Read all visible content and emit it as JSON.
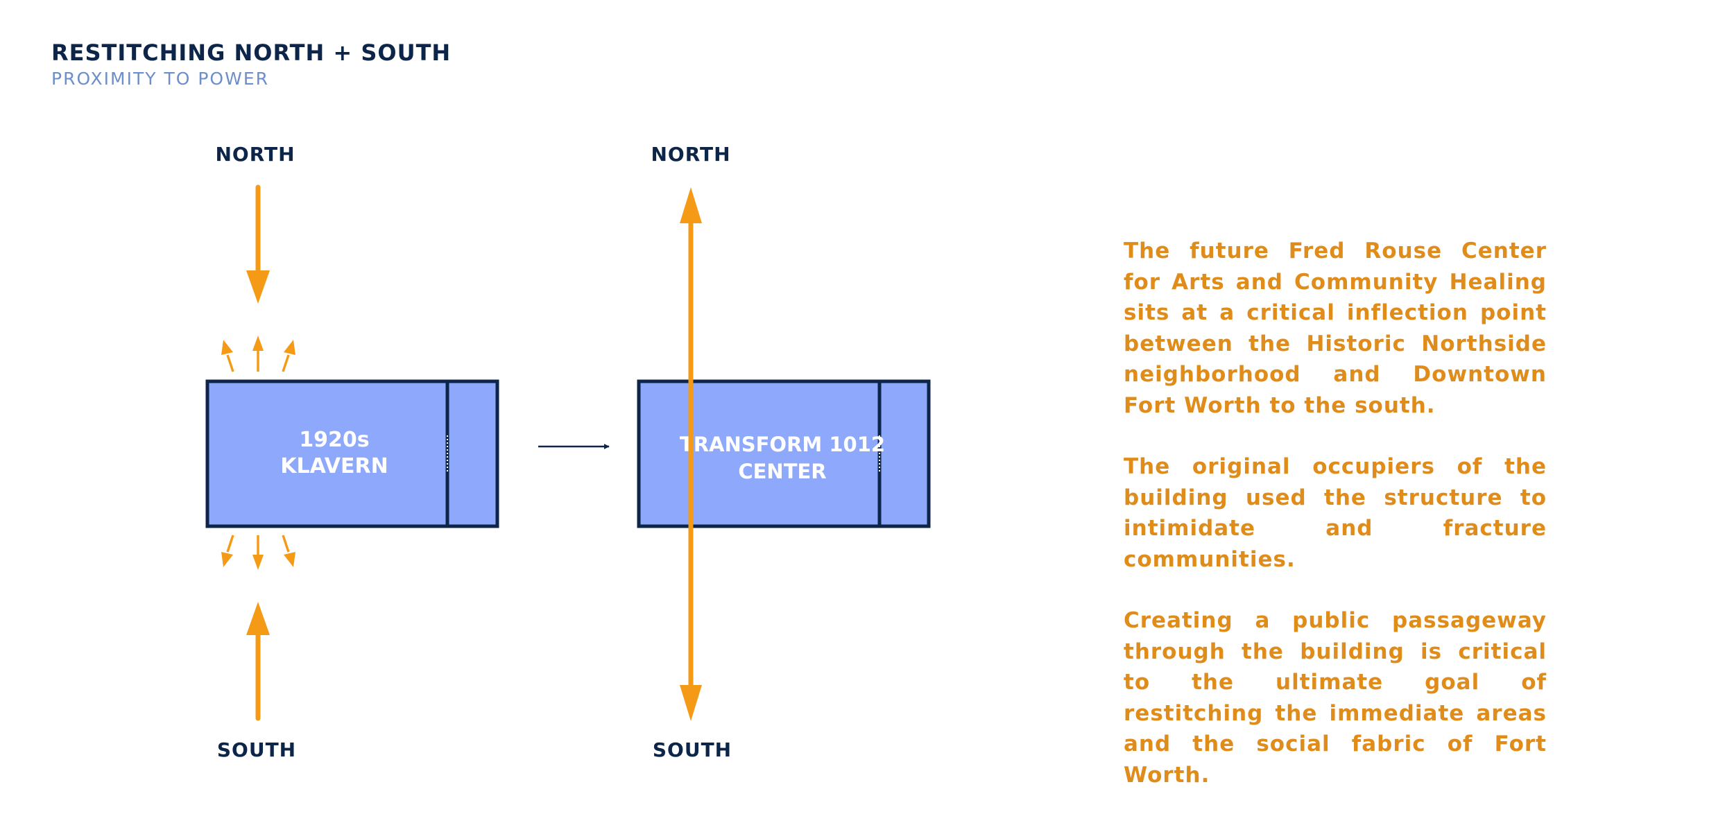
{
  "header": {
    "title": "RESTITCHING NORTH + SOUTH",
    "subtitle": "PROXIMITY TO POWER"
  },
  "colors": {
    "navy": "#0d2548",
    "subtitle_blue": "#6c8ec9",
    "box_fill": "#8ea8fb",
    "arrow_orange": "#f49a16",
    "text_orange": "#e08c1b",
    "box_label": "#ffffff"
  },
  "diagram": {
    "before": {
      "north_label": "NORTH",
      "south_label": "SOUTH",
      "box_label_line1": "1920s",
      "box_label_line2": "KLAVERN"
    },
    "after": {
      "north_label": "NORTH",
      "south_label": "SOUTH",
      "box_label_line1": "TRANSFORM 1012",
      "box_label_line2": "CENTER"
    }
  },
  "description": {
    "paragraphs": [
      "The future Fred Rouse Center for Arts and Community Healing sits at a critical inflection point between the Historic Northside neighborhood and Downtown Fort Worth to the south.",
      "The original occupiers of the building used the structure to intimidate and fracture communities.",
      "Creating a public passageway through the building is critical to the ultimate goal of restitching the immediate areas and the social fabric of Fort Worth."
    ]
  }
}
